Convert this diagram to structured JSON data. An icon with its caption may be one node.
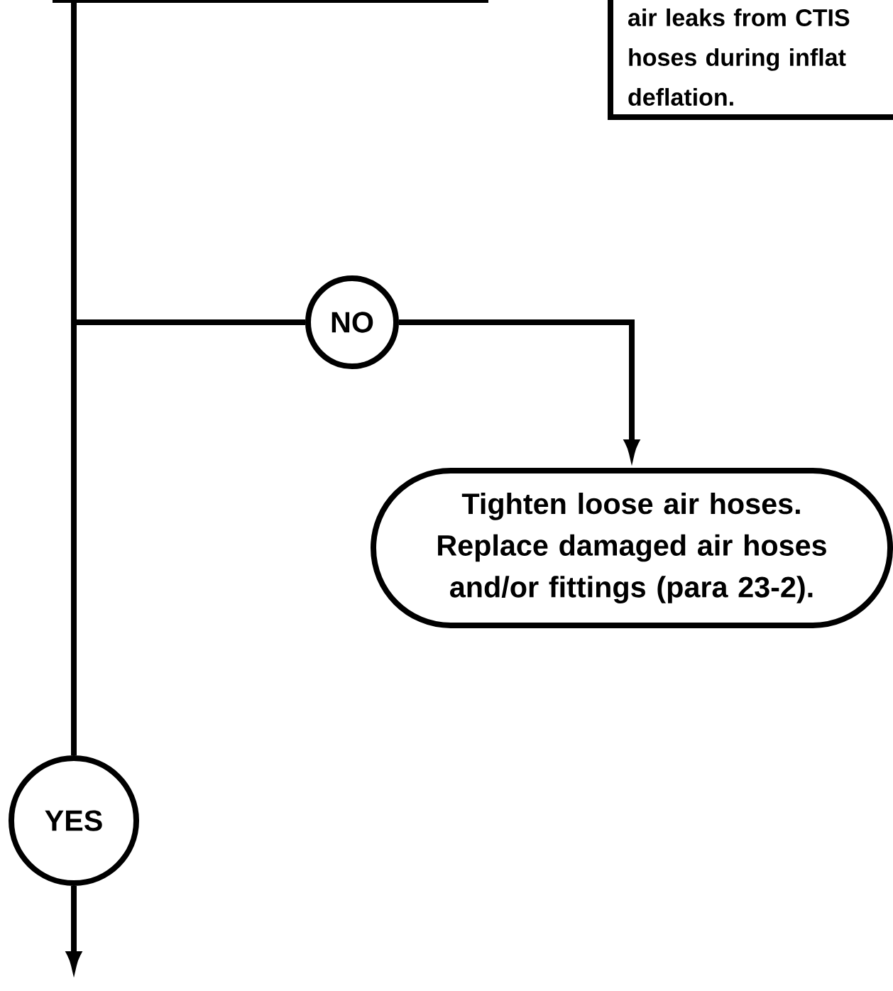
{
  "diagram": {
    "nodes": [
      {
        "text": [],
        "shape": "box"
      },
      {
        "text": [
          "air leaks from CTIS hoses during inflat deflation."
        ]
      },
      {
        "text": [
          "NO"
        ]
      },
      {
        "text": [
          "Tighten loose air hoses. Replace damaged air hoses and/or fittings (para 23-2)."
        ]
      },
      {
        "text": [
          "YES"
        ]
      }
    ],
    "edges": [
      {
        "from": 0,
        "to": 2,
        "arrow": "none"
      },
      {
        "from": 2,
        "to": 3,
        "arrow": "to"
      },
      {
        "from": 0,
        "to": 4,
        "arrow": "none"
      },
      {
        "from": 4,
        "to": null,
        "arrow": "to"
      }
    ]
  }
}
